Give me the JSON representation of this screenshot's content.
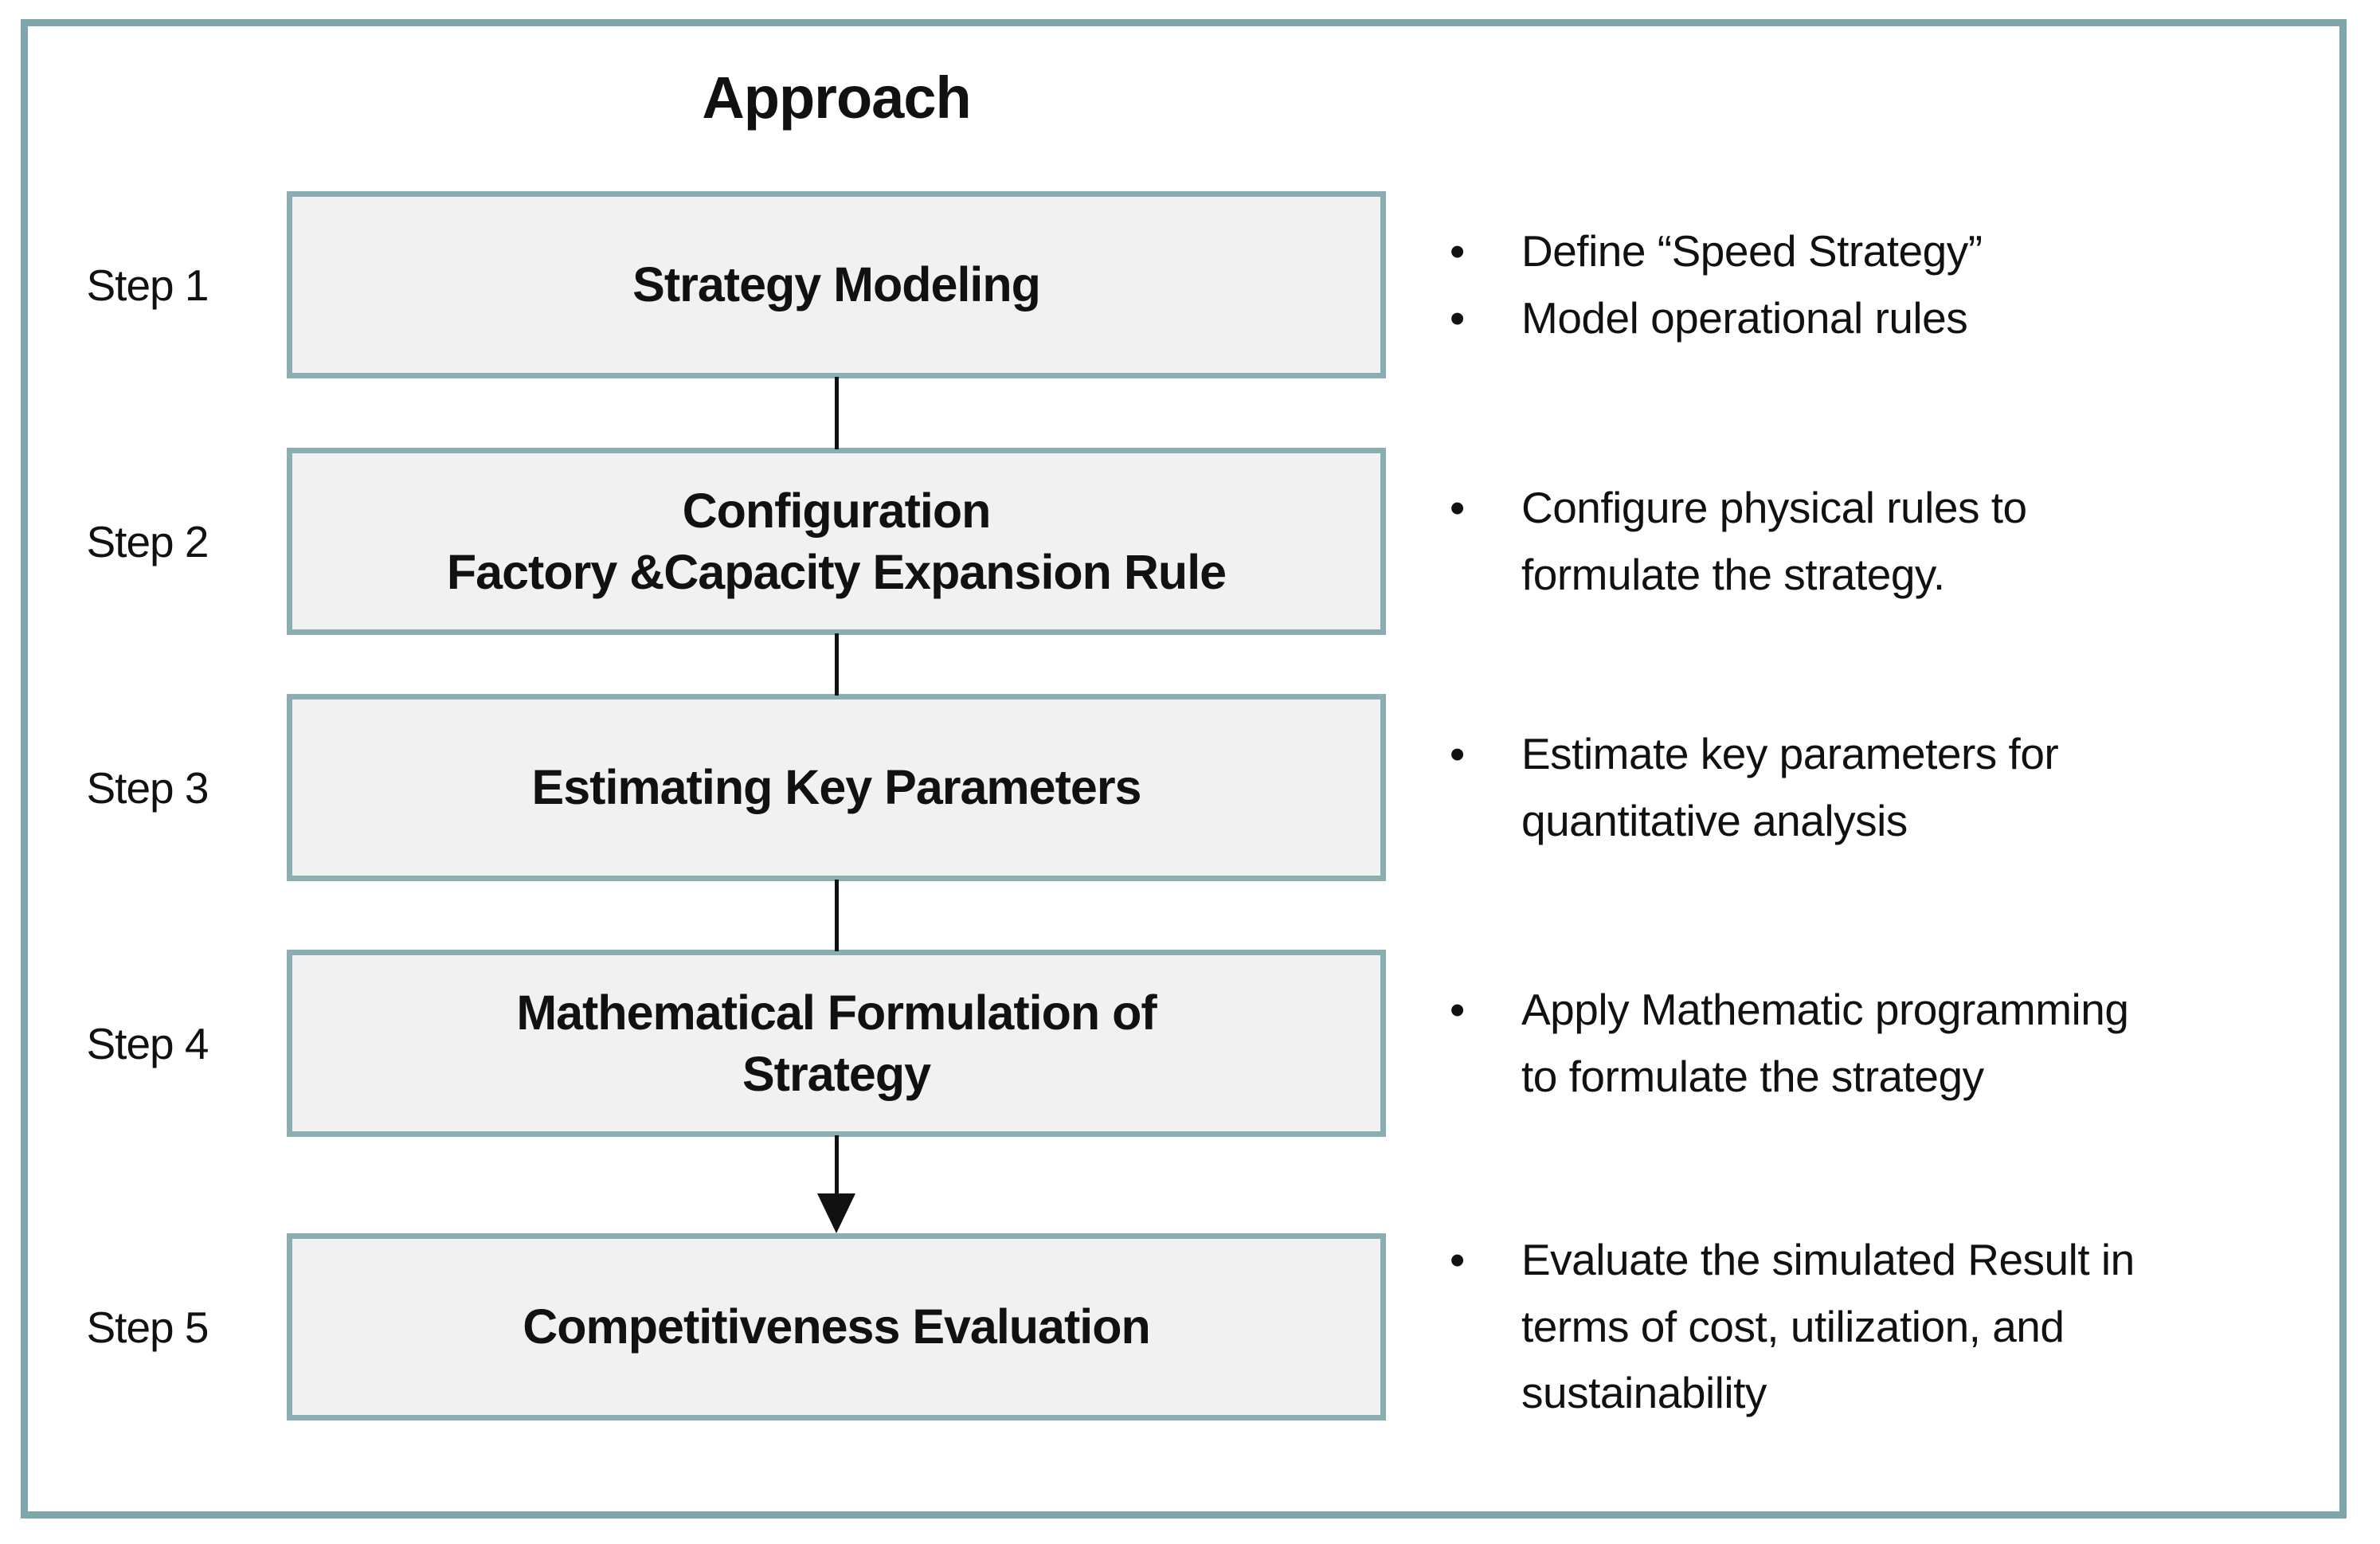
{
  "title": "Approach",
  "colors": {
    "frame_border": "#7da7ab",
    "box_border": "#8baeb2",
    "box_fill": "#f1f1f1",
    "connector": "#111111",
    "text": "#111111"
  },
  "steps": [
    {
      "step_label": "Step 1",
      "box_title": "Strategy Modeling",
      "bullets": [
        "Define “Speed Strategy”",
        "Model operational rules"
      ]
    },
    {
      "step_label": "Step 2",
      "box_title": "Configuration\nFactory &Capacity Expansion Rule",
      "bullets": [
        "Configure physical rules to\nformulate the strategy."
      ]
    },
    {
      "step_label": "Step 3",
      "box_title": "Estimating Key Parameters",
      "bullets": [
        "Estimate key parameters for\nquantitative analysis"
      ]
    },
    {
      "step_label": "Step 4",
      "box_title": "Mathematical Formulation of\nStrategy",
      "bullets": [
        "Apply Mathematic programming\nto formulate the strategy"
      ]
    },
    {
      "step_label": "Step 5",
      "box_title": "Competitiveness Evaluation",
      "bullets": [
        "Evaluate the simulated Result in\nterms of cost, utilization, and\nsustainability"
      ]
    }
  ]
}
